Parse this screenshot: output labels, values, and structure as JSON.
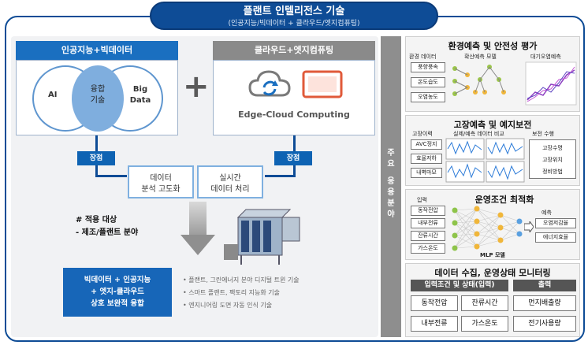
{
  "title": {
    "main": "플랜트 인텔리전스 기술",
    "sub": "(인공지능/빅데이터 + 클라우드/엣지컴퓨팅)"
  },
  "left_panel": {
    "ai_header": "인공지능+빅데이터",
    "venn": {
      "left": "AI",
      "center_line1": "융합",
      "center_line2": "기술",
      "right_line1": "Big",
      "right_line2": "Data"
    },
    "plus": "+",
    "cloud_header": "클라우드+엣지컴퓨팅",
    "cloud_label": "Edge-Cloud Computing",
    "tag_left": "장점",
    "tag_right": "장점",
    "process_left": [
      "데이터",
      "분석 고도화"
    ],
    "process_right": [
      "실시간",
      "데이터 처리"
    ],
    "target_line1": "# 적용 대상",
    "target_line2": "- 제조/플랜트 분야",
    "fusion_box": [
      "빅데이터 + 인공지능",
      "+ 엣지-클라우드",
      "상호 보완적 융합"
    ],
    "bullets": [
      "• 플랜트, 그린에너지 분야 디지털 트윈 기술",
      "• 스마트 플랜트, 팩토리 지능화 기술",
      "• 엔지니어링 도면 자동 인식 기술"
    ]
  },
  "right_bar": {
    "chars": [
      "주",
      "요",
      "",
      "응",
      "용",
      "분",
      "야"
    ]
  },
  "panels": {
    "env": {
      "title": "환경예측 및 안전성 평가",
      "sub_left": "환경 데이터",
      "sub_mid": "확산예측 모델",
      "sub_right": "대기오염예측",
      "items": [
        "풍향풍속",
        "온도습도",
        "오염농도"
      ]
    },
    "fault": {
      "title": "고장예측 및 예지보전",
      "sub_left": "고장이력",
      "sub_mid": "실제/예측 데이터 비교",
      "sub_right": "보전 수행",
      "items": [
        "AVC정지",
        "효율저하",
        "내벽마모"
      ],
      "result": [
        "고장수명",
        "고장위치",
        "정비방법"
      ]
    },
    "opt": {
      "title": "운영조건 최적화",
      "sub_left": "입력",
      "sub_right": "예측",
      "items": [
        "동작전압",
        "내부전류",
        "잔류시간",
        "가스온도"
      ],
      "model": "MLP 모델",
      "outputs": [
        "오염저감율",
        "에너지효율"
      ]
    },
    "monitor": {
      "title": "데이터 수집, 운영상태 모니터링",
      "head_left": "입력조건 및 상태(입력)",
      "head_right": "출력",
      "cells": [
        "동작전압",
        "잔류시간",
        "먼지배출량",
        "내부전류",
        "가스온도",
        "전기사용량"
      ]
    }
  }
}
